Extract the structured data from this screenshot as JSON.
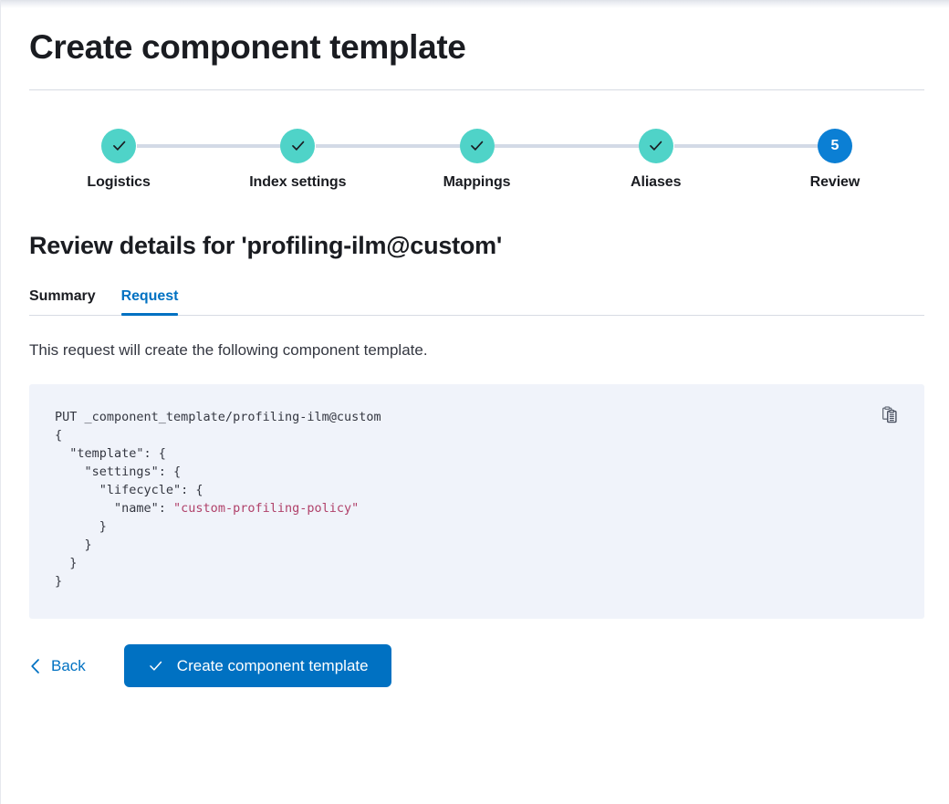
{
  "page": {
    "title": "Create component template"
  },
  "stepper": {
    "steps": [
      {
        "label": "Logistics",
        "state": "complete",
        "indicator": "check",
        "number": "1"
      },
      {
        "label": "Index settings",
        "state": "complete",
        "indicator": "check",
        "number": "2"
      },
      {
        "label": "Mappings",
        "state": "complete",
        "indicator": "check",
        "number": "3"
      },
      {
        "label": "Aliases",
        "state": "complete",
        "indicator": "check",
        "number": "4"
      },
      {
        "label": "Review",
        "state": "current",
        "indicator": "number",
        "number": "5"
      }
    ],
    "colors": {
      "complete": "#4fd3c8",
      "current": "#0b7fd4",
      "connector": "#d3dae6",
      "check": "#1a1c21"
    }
  },
  "review": {
    "heading": "Review details for 'profiling-ilm@custom'",
    "template_name": "profiling-ilm@custom",
    "tabs": [
      {
        "label": "Summary",
        "active": false
      },
      {
        "label": "Request",
        "active": true
      }
    ],
    "description": "This request will create the following component template.",
    "code": {
      "request_line": "PUT _component_template/profiling-ilm@custom",
      "body_before_value": "{\n  \"template\": {\n    \"settings\": {\n      \"lifecycle\": {\n        \"name\": ",
      "value": "\"custom-profiling-policy\"",
      "body_after_value": "\n      }\n    }\n  }\n}",
      "method": "PUT",
      "path": "_component_template/profiling-ilm@custom",
      "lifecycle_policy_name": "custom-profiling-policy",
      "copy_icon_label": "copy-to-clipboard"
    }
  },
  "footer": {
    "back_label": "Back",
    "submit_label": "Create component template"
  },
  "theme": {
    "accent": "#0071c2",
    "code_background": "#f0f3fa",
    "string_token": "#b0416a",
    "text": "#1a1c21"
  }
}
